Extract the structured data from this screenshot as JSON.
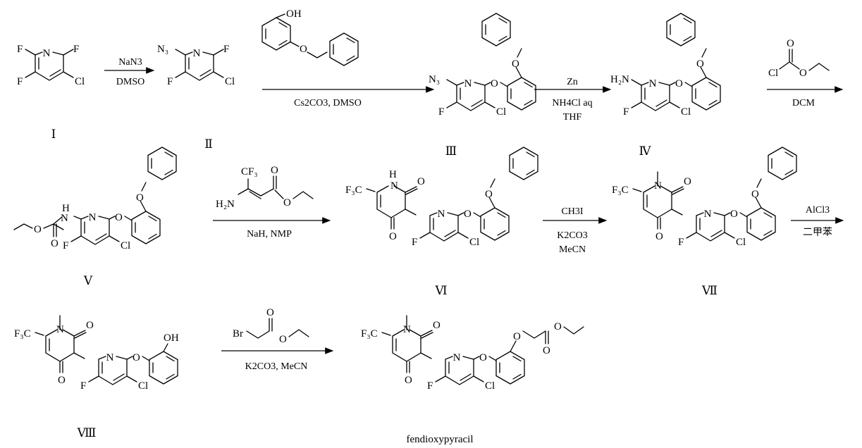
{
  "scheme": {
    "compound_labels": [
      "Ⅰ",
      "Ⅱ",
      "Ⅲ",
      "Ⅳ",
      "Ⅴ",
      "Ⅵ",
      "Ⅶ",
      "Ⅷ",
      "fendioxypyracil"
    ],
    "reagents": {
      "step1": {
        "above": "NaN3",
        "below": "DMSO"
      },
      "step2": {
        "below": "Cs2CO3, DMSO"
      },
      "step3": {
        "lines": [
          "Zn",
          "NH4Cl aq",
          "THF"
        ]
      },
      "step4": {
        "below": "DCM"
      },
      "step5": {
        "below": "NaH, NMP"
      },
      "step6": {
        "lines": [
          "CH3I",
          "K2CO3",
          "MeCN"
        ]
      },
      "step7": {
        "above": "AlCl3",
        "below": "二甲苯"
      },
      "step8": {
        "below": "K2CO3, MeCN"
      }
    }
  }
}
